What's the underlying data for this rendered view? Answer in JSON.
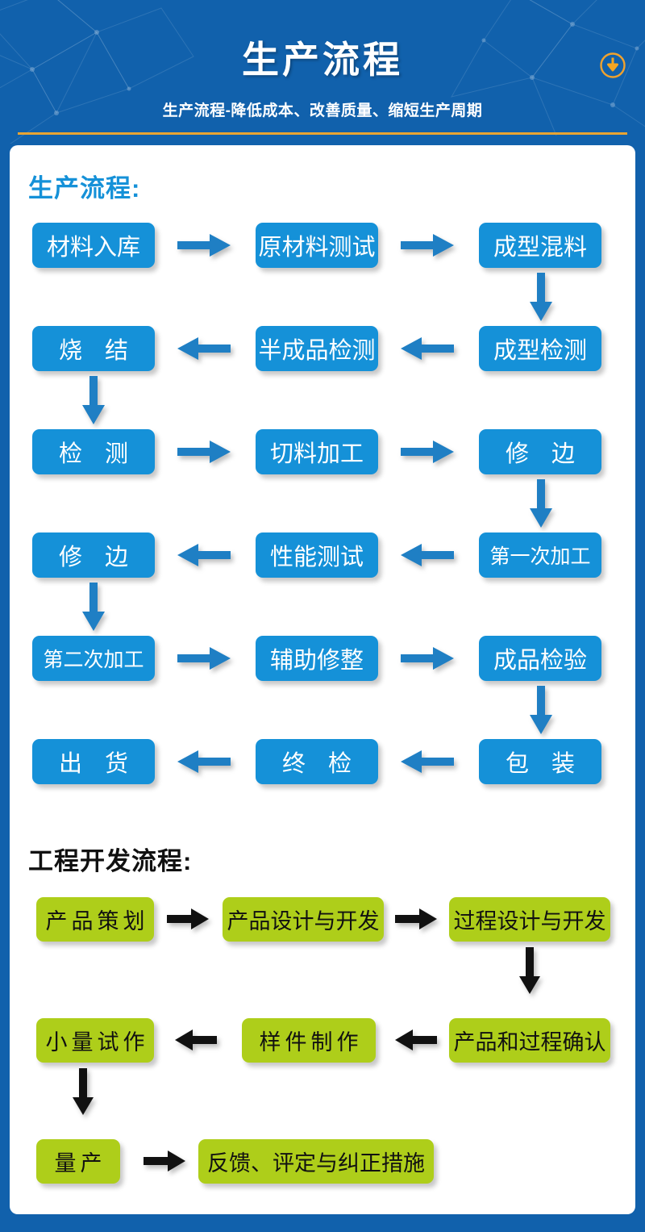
{
  "header": {
    "title": "生产流程",
    "subtitle": "生产流程-降低成本、改善质量、缩短生产周期",
    "download_icon": "download-circle-icon",
    "bg_color": "#1161ac",
    "divider_color": "#e8a433",
    "icon_color": "#f5a623"
  },
  "sections": [
    {
      "heading": "生产流程:",
      "heading_color": "#1591d8",
      "node_color": "#1591d8",
      "node_text_color": "#ffffff",
      "arrow_color": "#1f7fc4",
      "rows": [
        {
          "dir": "right",
          "nodes": [
            "材料入库",
            "原材料测试",
            "成型混料"
          ]
        },
        {
          "dir": "left",
          "nodes": [
            "烧 结",
            "半成品检测",
            "成型检测"
          ]
        },
        {
          "dir": "right",
          "nodes": [
            "检 测",
            "切料加工",
            "修 边"
          ]
        },
        {
          "dir": "left",
          "nodes": [
            "修 边",
            "性能测试",
            "第一次加工"
          ]
        },
        {
          "dir": "right",
          "nodes": [
            "第二次加工",
            "辅助修整",
            "成品检验"
          ]
        },
        {
          "dir": "left",
          "nodes": [
            "出 货",
            "终 检",
            "包 装"
          ]
        }
      ]
    },
    {
      "heading": "工程开发流程:",
      "heading_color": "#111111",
      "node_color": "#aece1a",
      "node_text_color": "#111111",
      "arrow_color": "#111111",
      "rows": [
        {
          "dir": "right",
          "nodes": [
            "产品策划",
            "产品设计与开发",
            "过程设计与开发"
          ]
        },
        {
          "dir": "left",
          "nodes": [
            "小量试作",
            "样件制作",
            "产品和过程确认"
          ]
        },
        {
          "dir": "right",
          "nodes": [
            "量产",
            "反馈、评定与纠正措施"
          ]
        }
      ]
    }
  ]
}
